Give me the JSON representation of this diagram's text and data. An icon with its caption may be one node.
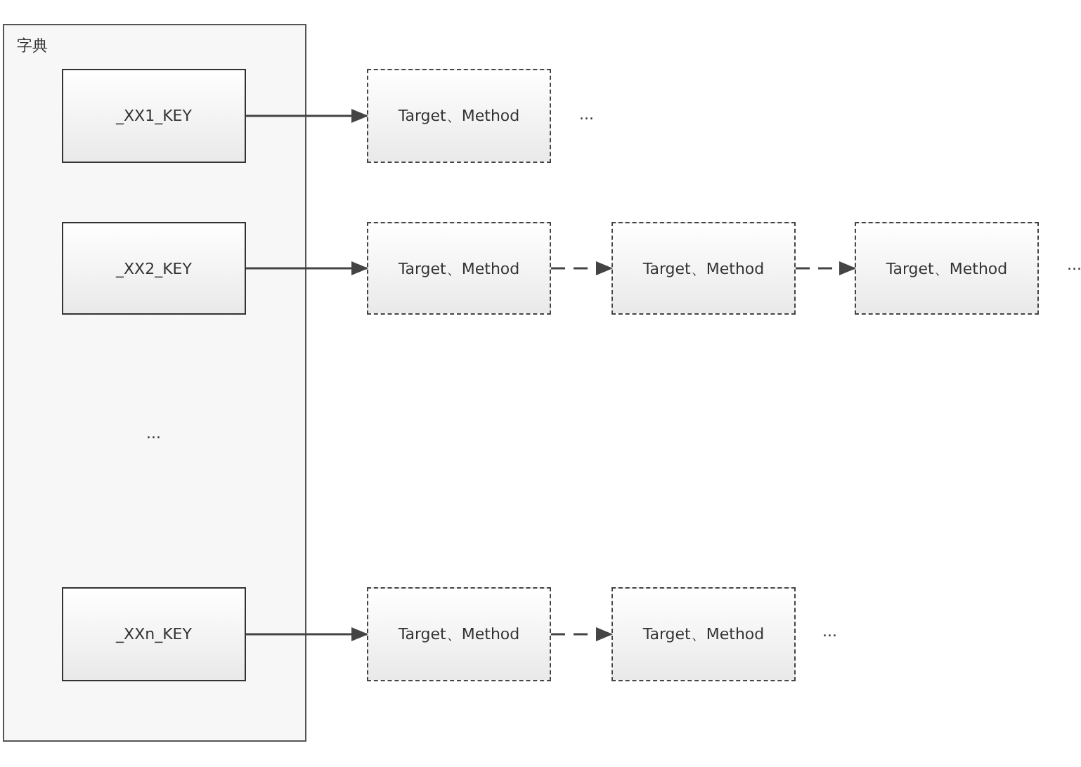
{
  "diagram": {
    "nodes": [
      {
        "text": [
          "字典"
        ]
      },
      {
        "text": [
          "_XX1_KEY"
        ],
        "in": 0
      },
      {
        "text": [
          "_XX2_KEY"
        ],
        "in": 0
      },
      {
        "text": [
          "_XXn_KEY"
        ],
        "in": 0
      },
      {
        "text": [
          "Target、Method"
        ]
      },
      {
        "text": [
          "Target、Method"
        ]
      },
      {
        "text": [
          "Target、Method"
        ]
      },
      {
        "text": [
          "Target、Method"
        ]
      },
      {
        "text": [
          "Target、Method"
        ]
      },
      {
        "text": [
          "Target、Method"
        ]
      }
    ],
    "edges": [
      {
        "from": 1,
        "to": 4,
        "arrow": "to"
      },
      {
        "from": 2,
        "to": 5,
        "arrow": "to"
      },
      {
        "from": 5,
        "to": 6,
        "arrow": "to",
        "style": "dashed"
      },
      {
        "from": 6,
        "to": 7,
        "arrow": "to",
        "style": "dashed"
      },
      {
        "from": 3,
        "to": 8,
        "arrow": "to"
      },
      {
        "from": 8,
        "to": 9,
        "arrow": "to",
        "style": "dashed"
      }
    ],
    "labels": [
      "...",
      "...",
      "...",
      "..."
    ]
  }
}
